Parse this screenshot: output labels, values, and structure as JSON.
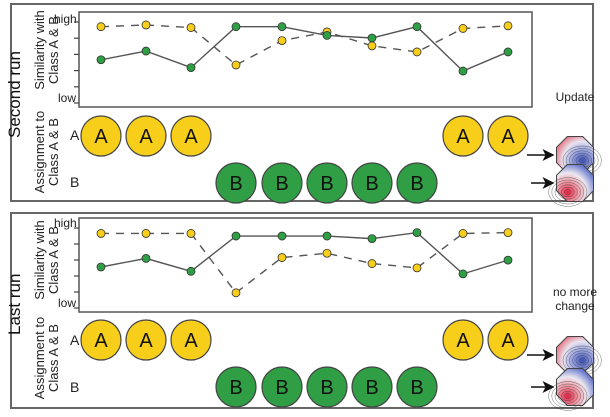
{
  "colors": {
    "class_a": "#f7cf1b",
    "class_b": "#2f9e44",
    "line": "#555555",
    "frame": "#666666"
  },
  "axis": {
    "title_line1": "Similarity with",
    "title_line2": "Class A & B",
    "high_label": "high",
    "low_label": "low"
  },
  "assignment_axis": {
    "title_line1": "Assignment to",
    "title_line2": "Class A & B",
    "row_a": "A",
    "row_b": "B"
  },
  "chart_data": [
    {
      "type": "line",
      "title": "Second run",
      "xlabel": "",
      "ylabel": "Similarity with Class A & B",
      "ylim": [
        0,
        5
      ],
      "yticks": [
        "low",
        "",
        "",
        "",
        "",
        "high"
      ],
      "x": [
        1,
        2,
        3,
        4,
        5,
        6,
        7,
        8,
        9,
        10
      ],
      "series": [
        {
          "name": "Similarity with Class A",
          "style": "dashed",
          "color": "#f7cf1b",
          "values": [
            4.5,
            4.6,
            4.45,
            2.3,
            3.7,
            4.2,
            3.4,
            3.05,
            4.4,
            4.55
          ]
        },
        {
          "name": "Similarity with Class B",
          "style": "solid",
          "color": "#2f9e44",
          "values": [
            2.6,
            3.1,
            2.15,
            4.5,
            4.5,
            4.0,
            3.85,
            4.5,
            1.95,
            3.05
          ]
        }
      ],
      "assignments": [
        "A",
        "A",
        "A",
        "B",
        "B",
        "B",
        "B",
        "B",
        "A",
        "A"
      ],
      "side_note": "Update"
    },
    {
      "type": "line",
      "title": "Last run",
      "xlabel": "",
      "ylabel": "Similarity with Class A & B",
      "ylim": [
        0,
        5
      ],
      "yticks": [
        "low",
        "",
        "",
        "",
        "",
        "high"
      ],
      "x": [
        1,
        2,
        3,
        4,
        5,
        6,
        7,
        8,
        9,
        10
      ],
      "series": [
        {
          "name": "Similarity with Class A",
          "style": "dashed",
          "color": "#f7cf1b",
          "values": [
            4.45,
            4.45,
            4.45,
            1.0,
            3.05,
            3.3,
            2.7,
            2.45,
            4.45,
            4.5
          ]
        },
        {
          "name": "Similarity with Class B",
          "style": "solid",
          "color": "#2f9e44",
          "values": [
            2.5,
            3.0,
            2.25,
            4.3,
            4.3,
            4.3,
            4.15,
            4.5,
            2.1,
            2.9
          ]
        }
      ],
      "assignments": [
        "A",
        "A",
        "A",
        "B",
        "B",
        "B",
        "B",
        "B",
        "A",
        "A"
      ],
      "side_note": "no more change"
    }
  ],
  "panels": [
    {
      "run_label": "Second run",
      "side_note_line1": "Update",
      "side_note_line2": ""
    },
    {
      "run_label": "Last run",
      "side_note_line1": "no more",
      "side_note_line2": "change"
    }
  ]
}
